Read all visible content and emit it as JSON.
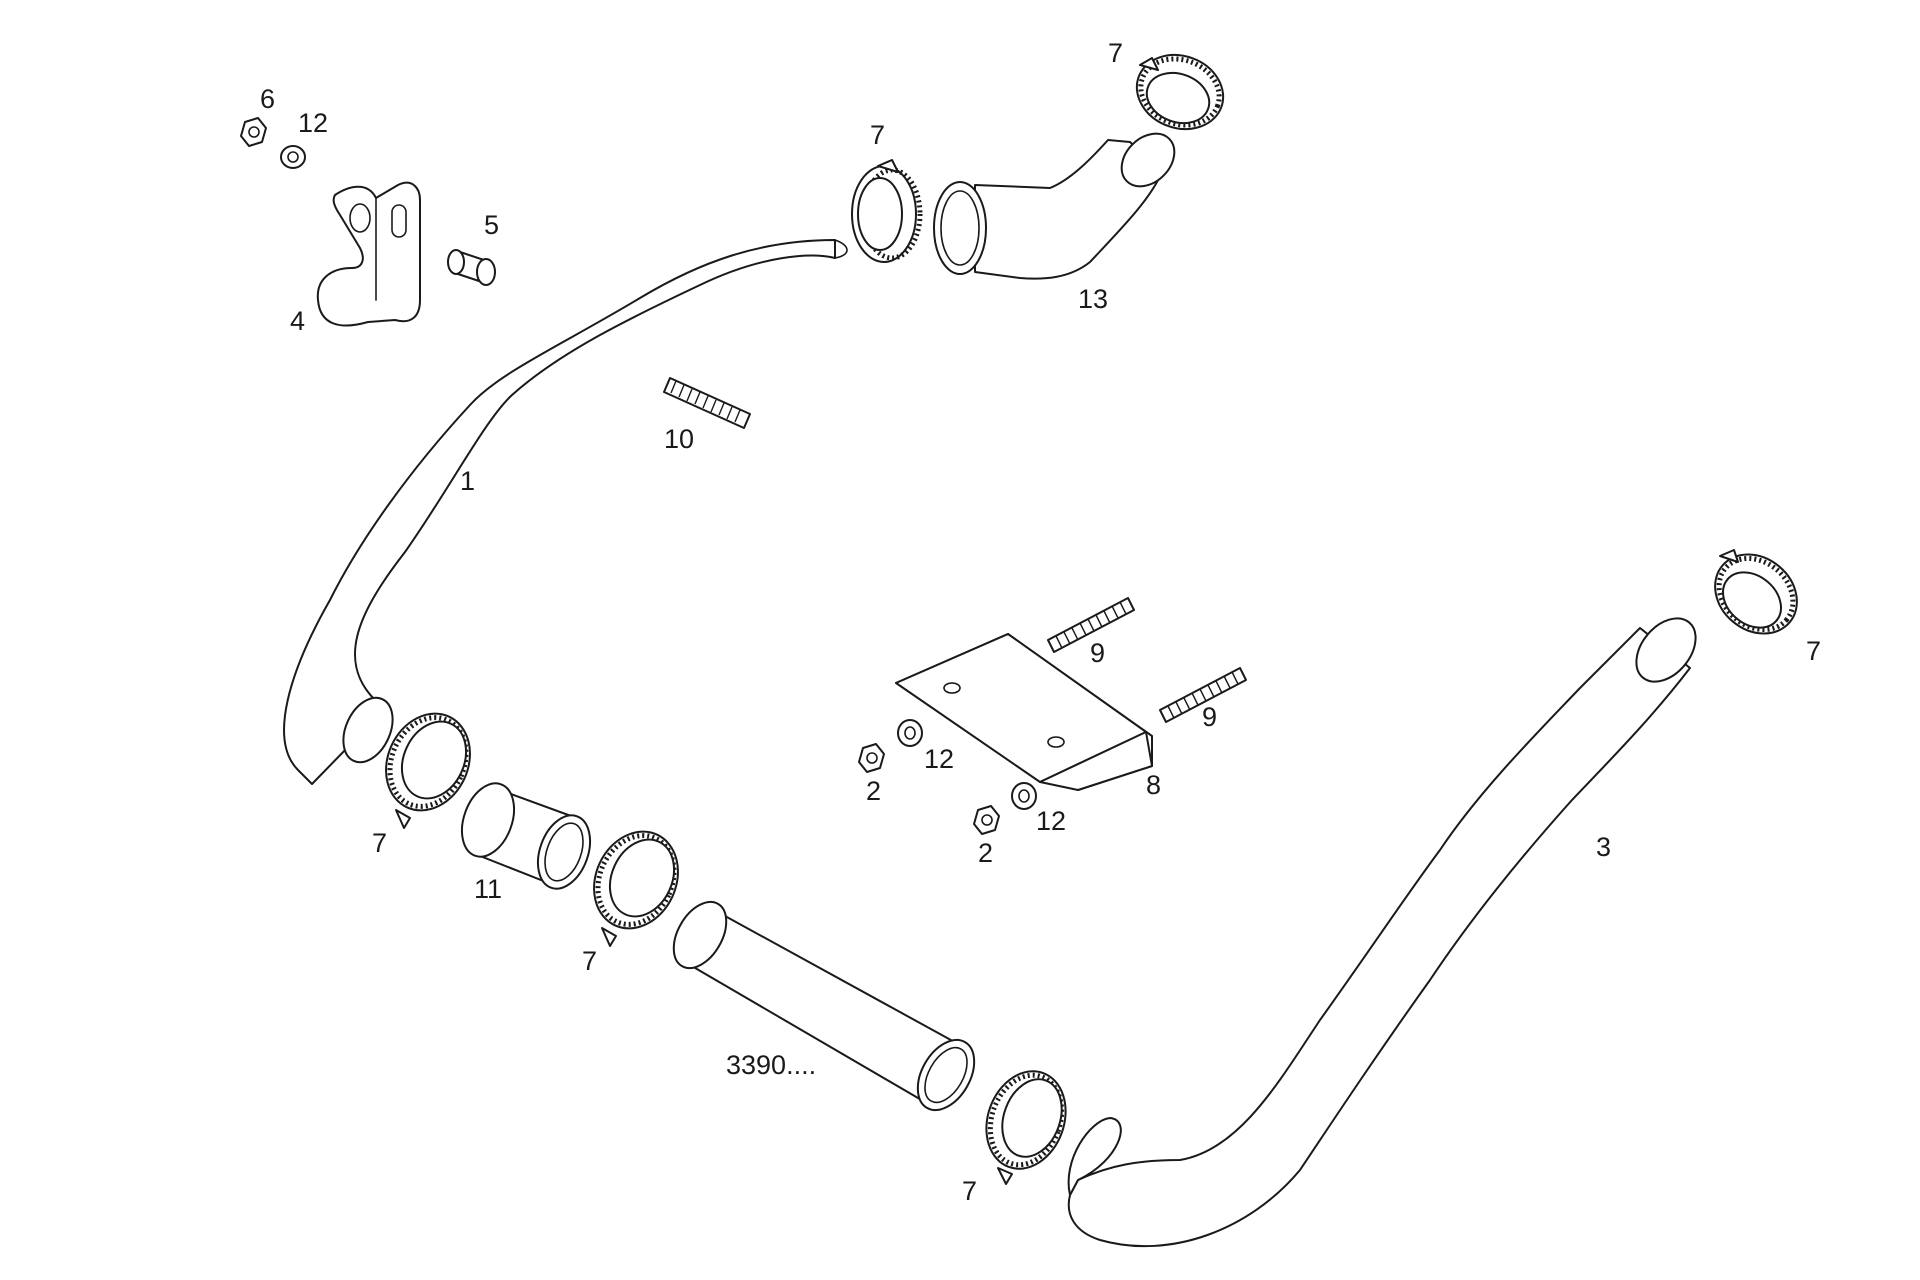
{
  "callouts": {
    "hose_upper": "1",
    "hose_lower_right": "3",
    "bracket": "4",
    "spacer": "5",
    "nut_top": "6",
    "washer_top": "12",
    "clamp_a": "7",
    "clamp_b": "7",
    "clamp_c": "7",
    "clamp_d": "7",
    "clamp_e": "7",
    "clamp_f": "7",
    "hose_elbow": "13",
    "stud_upper": "10",
    "stud_a": "9",
    "stud_b": "9",
    "plate": "8",
    "nut_a": "2",
    "nut_b": "2",
    "washer_a": "12",
    "washer_b": "12",
    "sleeve": "11",
    "pipe_ref": "3390...."
  }
}
